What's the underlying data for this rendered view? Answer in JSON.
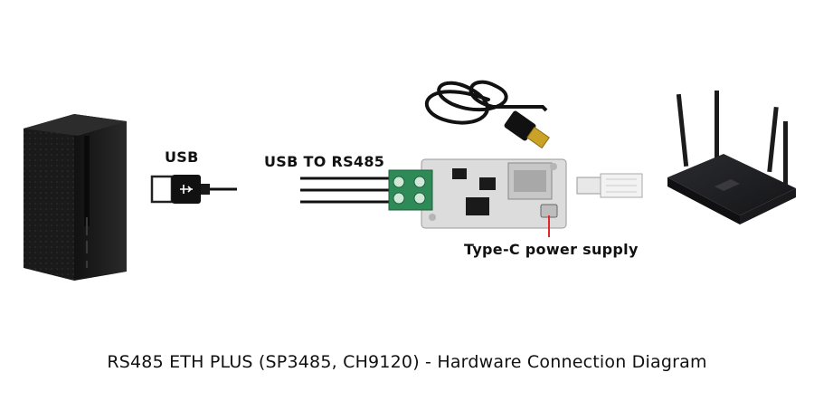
{
  "labels": {
    "usb": "USB",
    "usb_to_rs485": "USB TO RS485",
    "power": "Type-C power supply"
  },
  "caption": "RS485 ETH PLUS (SP3485, CH9120) - Hardware Connection Diagram",
  "colors": {
    "pc_body": "#1b1b1b",
    "router_body": "#1e1e20",
    "terminal_block": "#2e8b57",
    "board_pcb": "#d9d9d9",
    "wire": "#111111",
    "power_marker": "#e0282c"
  },
  "icons": [
    "desktop-pc-icon",
    "usb-plug-icon",
    "usb-c-cable-icon",
    "rs485-board-icon",
    "ethernet-plug-icon",
    "router-icon"
  ]
}
